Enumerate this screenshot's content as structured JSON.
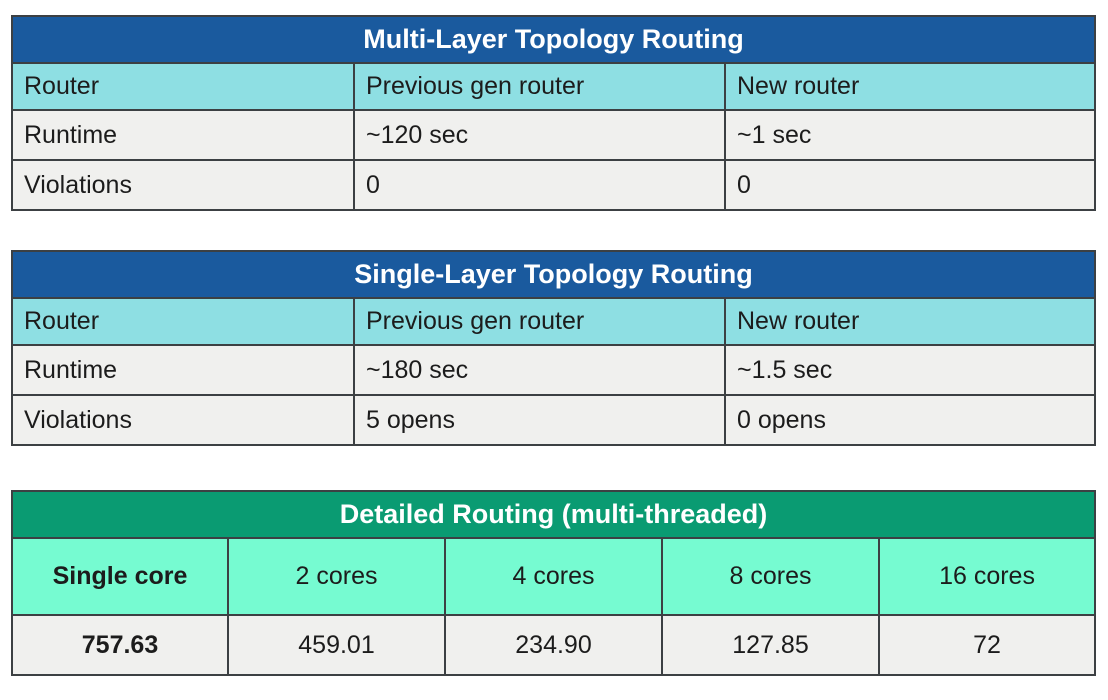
{
  "colors": {
    "blue_header": "#1a5a9e",
    "cyan_row": "#8edfe3",
    "green_header": "#0a9b72",
    "mint_row": "#76fbd1",
    "row_bg": "#f0f0ee",
    "border": "#3c4043",
    "text": "#1c1c1c",
    "header_text": "#ffffff",
    "page_bg": "#ffffff"
  },
  "tables": [
    {
      "id": "multi-layer-topology",
      "theme": "blue",
      "title": "Multi-Layer Topology Routing",
      "columns": [
        "Router",
        "Previous gen router",
        "New router"
      ],
      "rows": [
        [
          "Runtime",
          "~120 sec",
          "~1 sec"
        ],
        [
          "Violations",
          "0",
          "0"
        ]
      ]
    },
    {
      "id": "single-layer-topology",
      "theme": "blue",
      "title": "Single-Layer Topology Routing",
      "columns": [
        "Router",
        "Previous gen router",
        "New router"
      ],
      "rows": [
        [
          "Runtime",
          "~180 sec",
          "~1.5 sec"
        ],
        [
          "Violations",
          "5 opens",
          "0 opens"
        ]
      ]
    },
    {
      "id": "detailed-routing",
      "theme": "green",
      "title": "Detailed Routing (multi-threaded)",
      "columns": [
        "Single core",
        "2 cores",
        "4 cores",
        "8 cores",
        "16 cores"
      ],
      "rows": [
        [
          "757.63",
          "459.01",
          "234.90",
          "127.85",
          "72"
        ]
      ]
    }
  ]
}
